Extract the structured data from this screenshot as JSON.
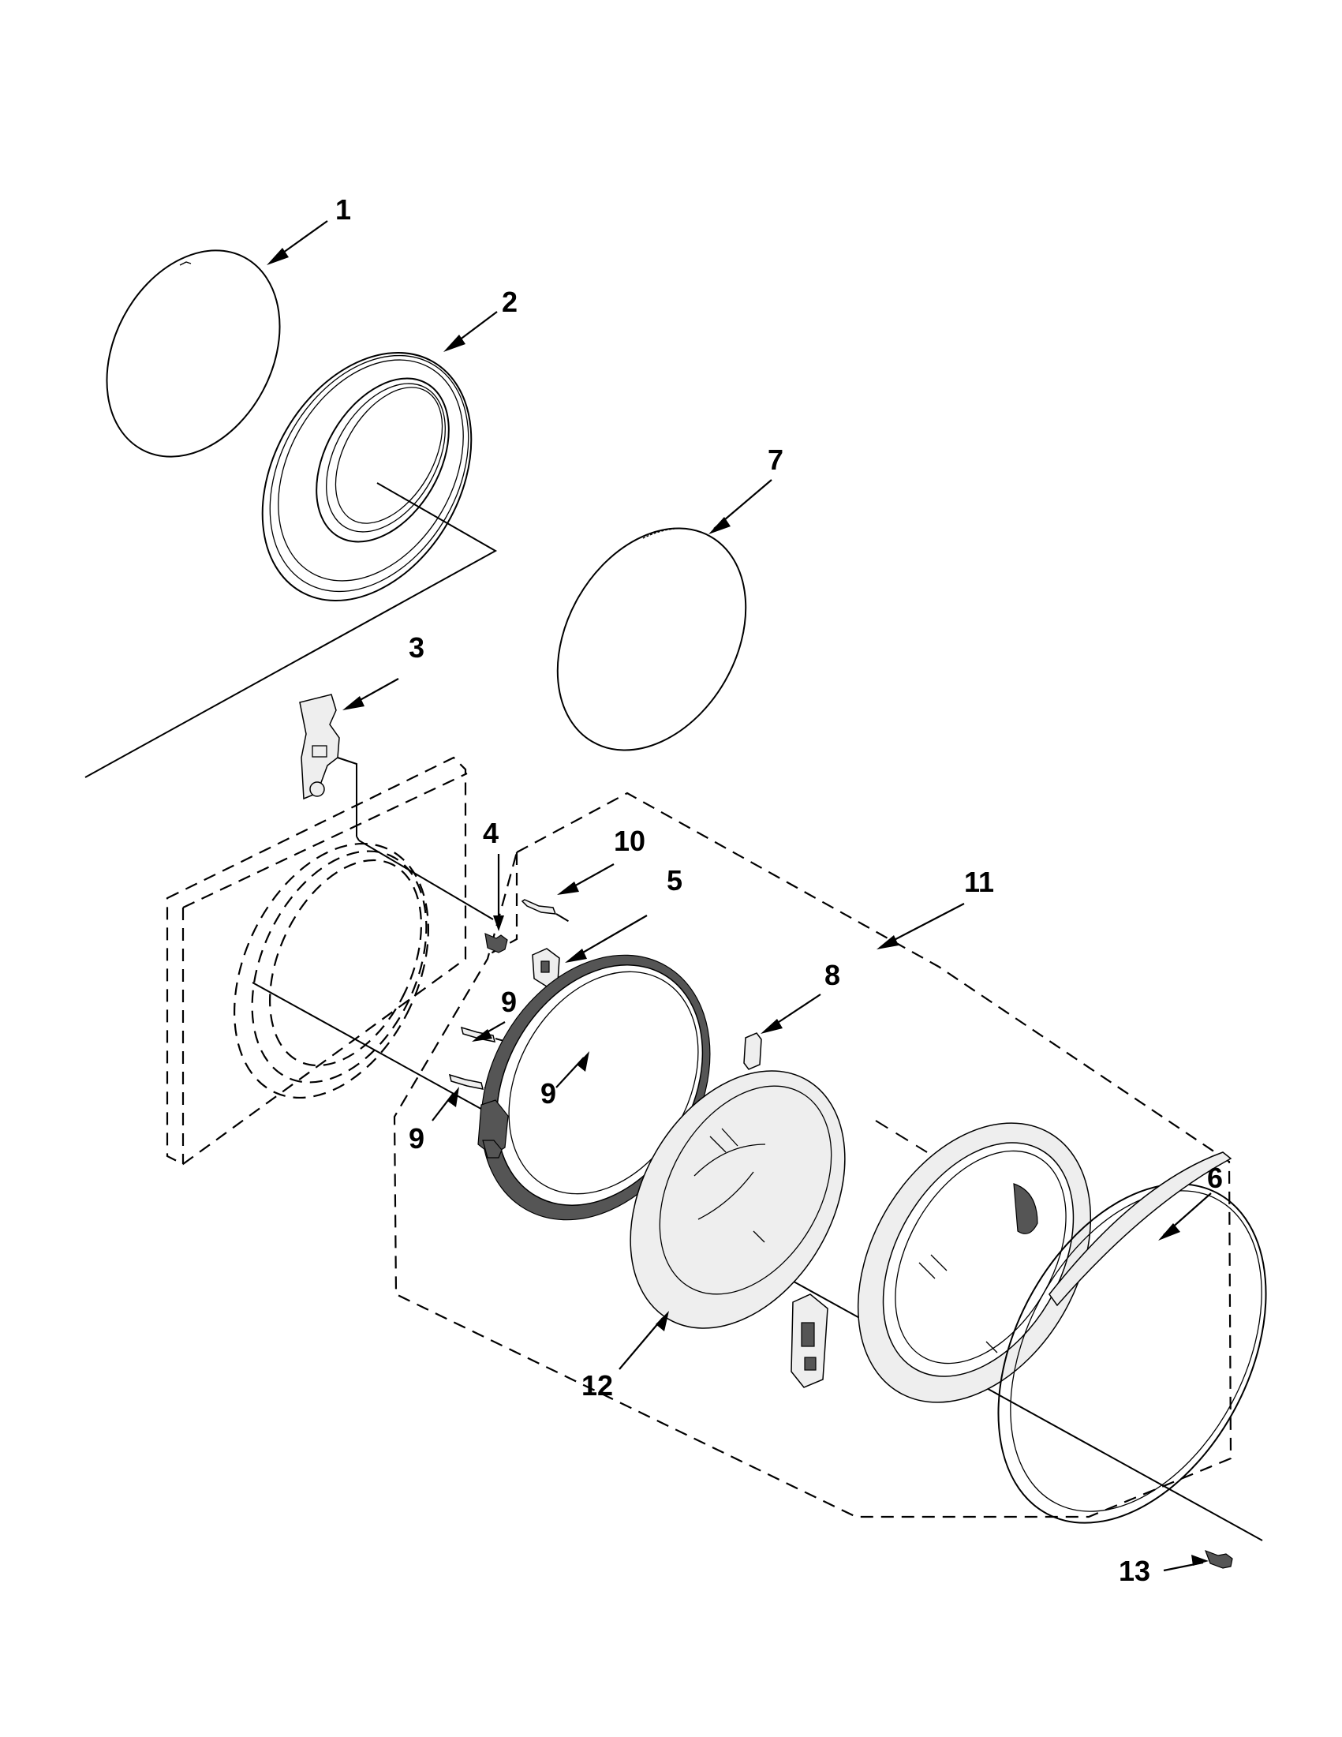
{
  "callouts": {
    "c1": "1",
    "c2": "2",
    "c3": "3",
    "c4": "4",
    "c5": "5",
    "c6": "6",
    "c7": "7",
    "c8": "8",
    "c9a": "9",
    "c9b": "9",
    "c9c": "9",
    "c10": "10",
    "c11": "11",
    "c12": "12",
    "c13": "13"
  }
}
